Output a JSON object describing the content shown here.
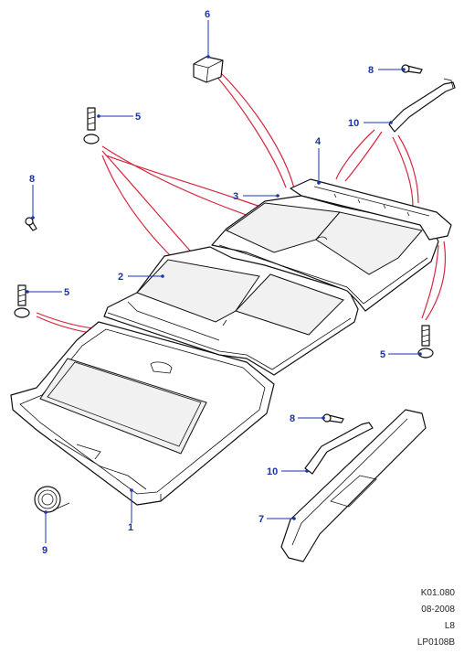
{
  "callouts": {
    "c1": "1",
    "c2": "2",
    "c3": "3",
    "c4": "4",
    "c5a": "5",
    "c5b": "5",
    "c5c": "5",
    "c6": "6",
    "c7": "7",
    "c8a": "8",
    "c8b": "8",
    "c8c": "8",
    "c9": "9",
    "c10a": "10",
    "c10b": "10"
  },
  "references": {
    "code": "K01.080",
    "date": "08-2008",
    "model": "L8",
    "drawing": "LP0108B"
  },
  "colors": {
    "callout": "#1a33a8",
    "leader_lines": "#d7263d",
    "line_art": "#111111"
  }
}
